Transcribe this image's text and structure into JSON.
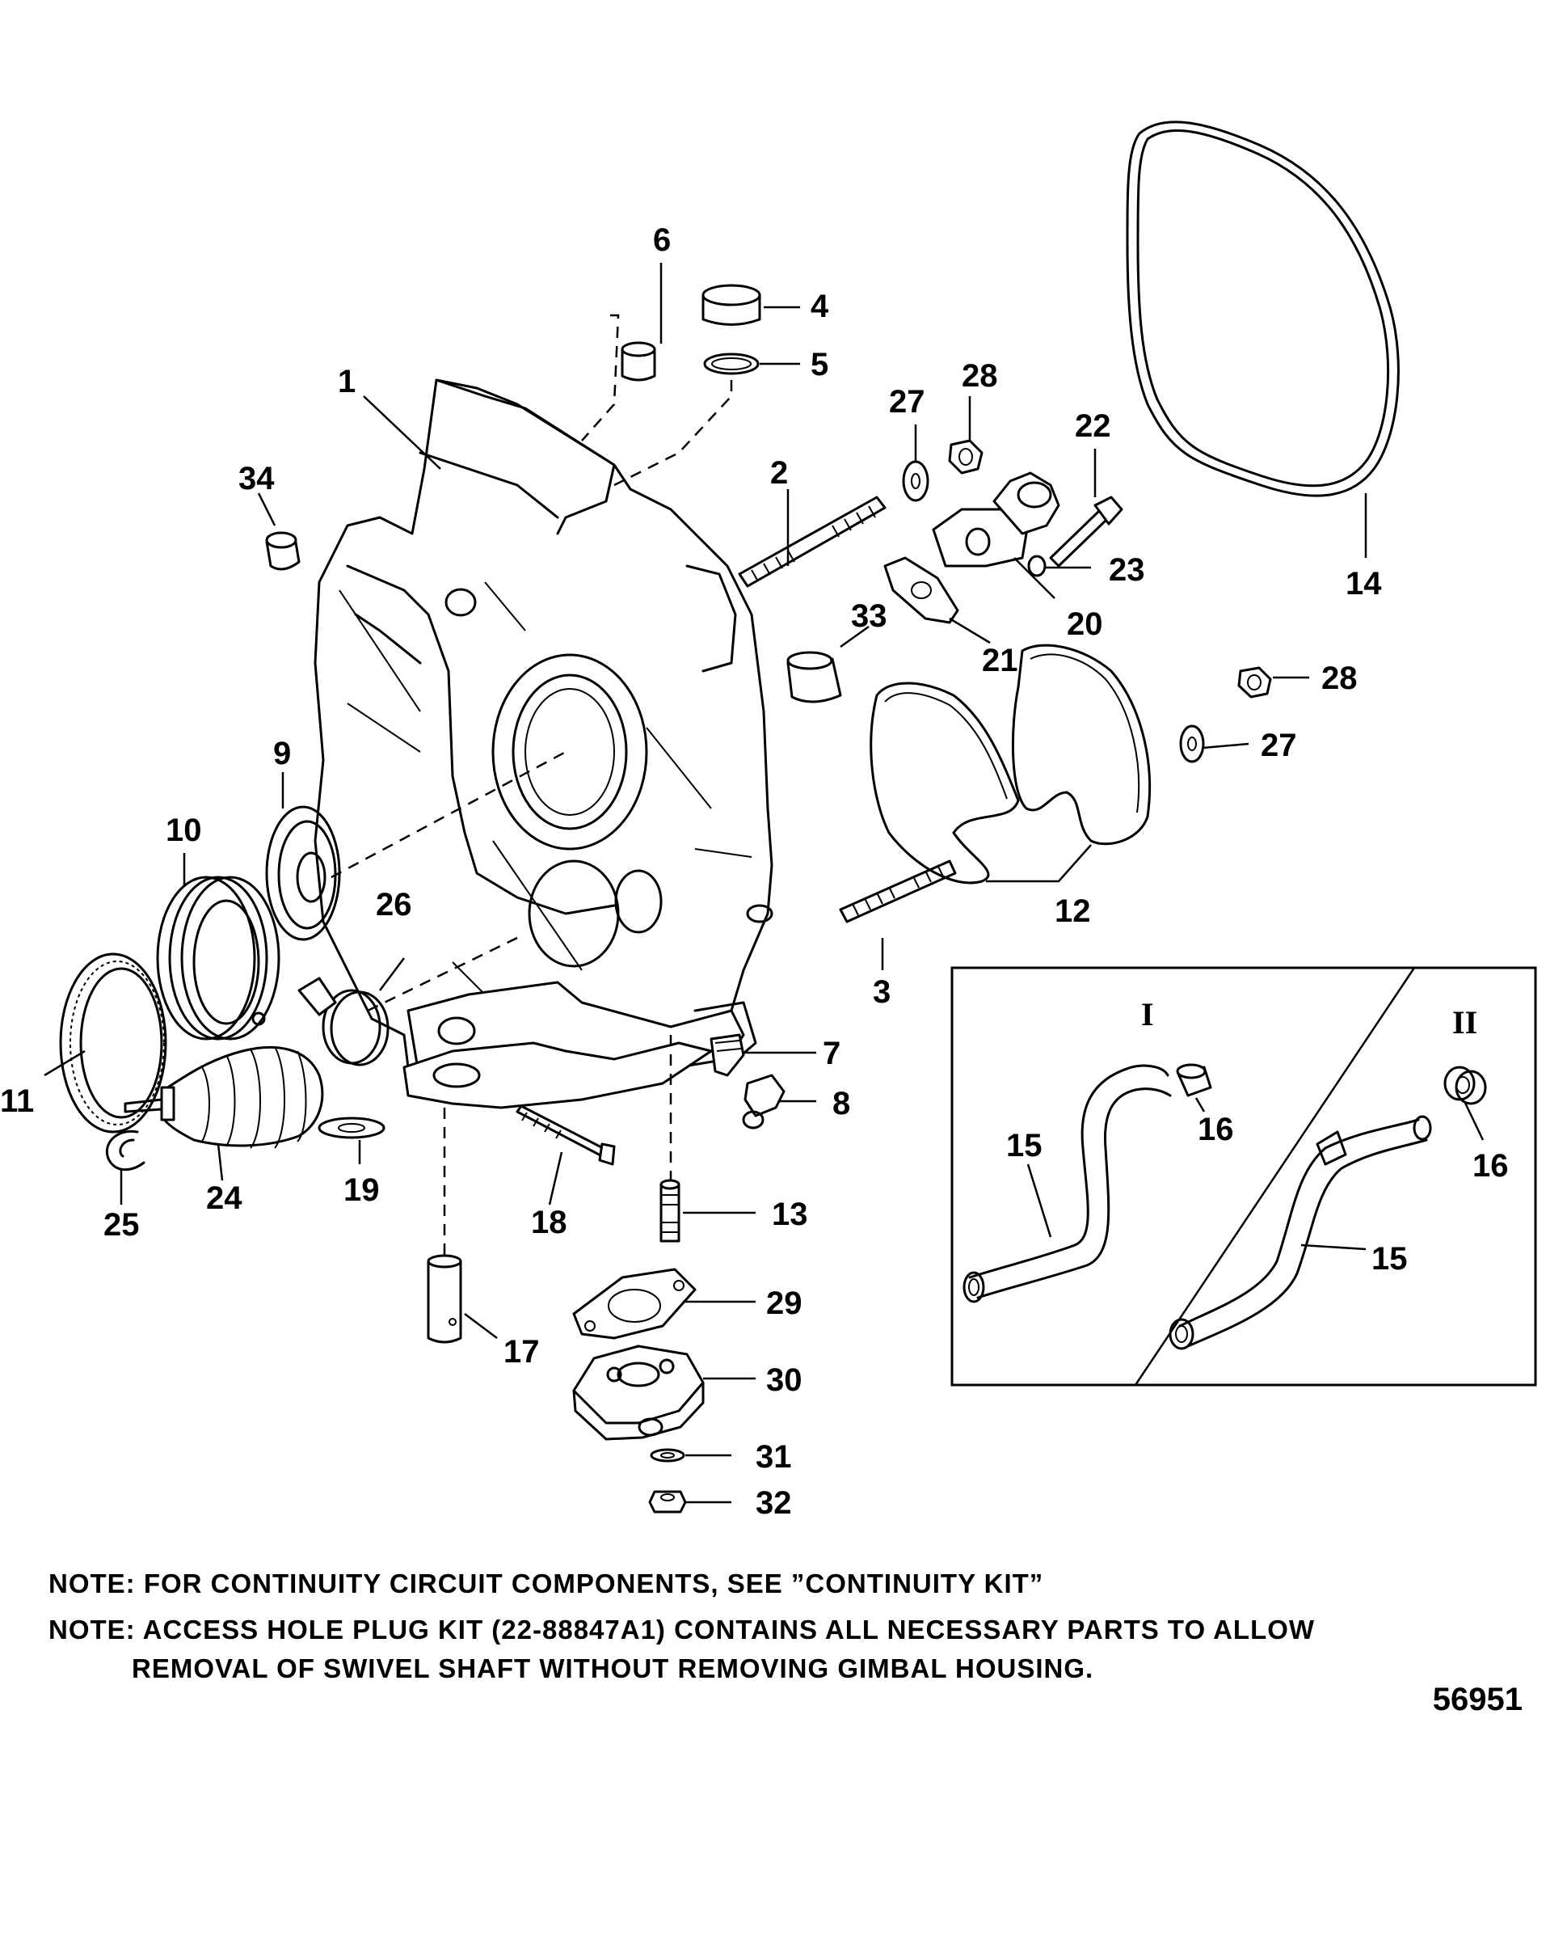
{
  "callouts": {
    "c1": "1",
    "c2": "2",
    "c3": "3",
    "c4": "4",
    "c5": "5",
    "c6": "6",
    "c7": "7",
    "c8": "8",
    "c9": "9",
    "c10": "10",
    "c11": "11",
    "c12": "12",
    "c13": "13",
    "c14": "14",
    "c15a": "15",
    "c15b": "15",
    "c16a": "16",
    "c16b": "16",
    "c17": "17",
    "c18": "18",
    "c19": "19",
    "c20": "20",
    "c21": "21",
    "c22": "22",
    "c23": "23",
    "c24": "24",
    "c25": "25",
    "c26": "26",
    "c27a": "27",
    "c27b": "27",
    "c28a": "28",
    "c28b": "28",
    "c29": "29",
    "c30": "30",
    "c31": "31",
    "c32": "32",
    "c33": "33",
    "c34": "34"
  },
  "inset": {
    "label_left": "I",
    "label_right": "II"
  },
  "notes": {
    "note1": "NOTE:  FOR CONTINUITY CIRCUIT COMPONENTS, SEE ”CONTINUITY KIT”",
    "note2_line1": "NOTE:   ACCESS HOLE PLUG KIT (22-88847A1) CONTAINS ALL NECESSARY PARTS TO ALLOW",
    "note2_line2": "REMOVAL OF SWIVEL SHAFT WITHOUT REMOVING GIMBAL HOUSING."
  },
  "figure_number": "56951"
}
